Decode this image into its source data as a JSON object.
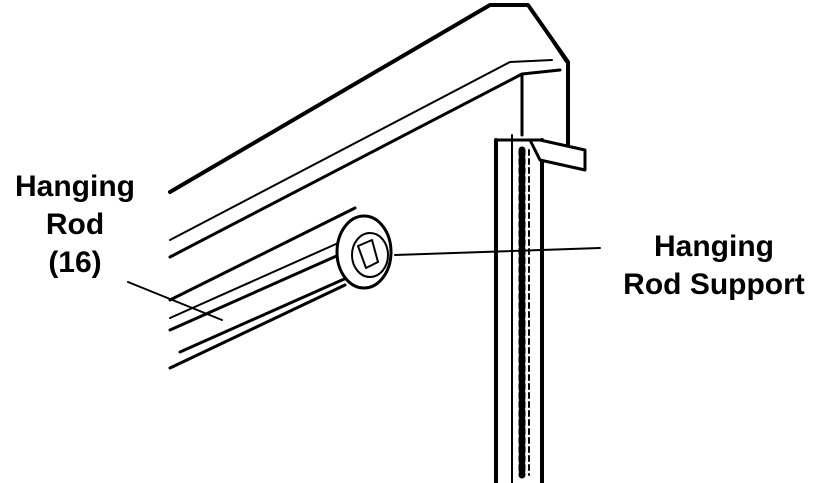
{
  "labels": {
    "hanging_rod": {
      "line1": "Hanging",
      "line2": "Rod",
      "line3": "(16)"
    },
    "hanging_rod_support": {
      "line1": "Hanging",
      "line2": "Rod Support"
    }
  },
  "colors": {
    "stroke": "#000000",
    "background": "#ffffff"
  }
}
